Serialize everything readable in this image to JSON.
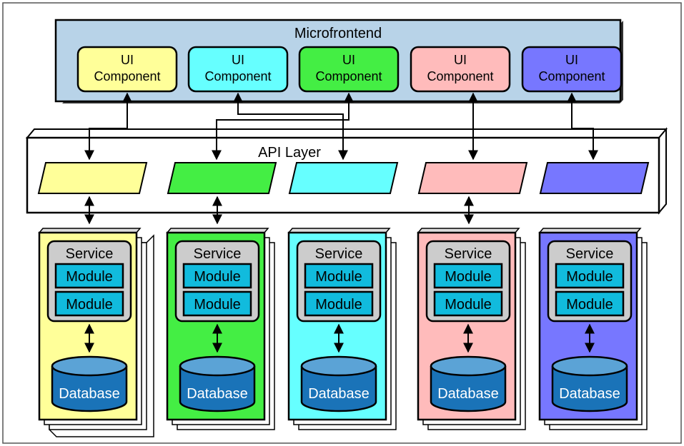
{
  "microfrontend": {
    "title": "Microfrontend",
    "components": [
      {
        "line1": "UI",
        "line2": "Component",
        "color": "#ffff99"
      },
      {
        "line1": "UI",
        "line2": "Component",
        "color": "#66ffff"
      },
      {
        "line1": "UI",
        "line2": "Component",
        "color": "#44ee44"
      },
      {
        "line1": "UI",
        "line2": "Component",
        "color": "#ffbbbb"
      },
      {
        "line1": "UI",
        "line2": "Component",
        "color": "#7777ff"
      }
    ]
  },
  "api_layer": {
    "title": "API Layer",
    "endpoints": [
      {
        "color": "#ffff99"
      },
      {
        "color": "#44ee44"
      },
      {
        "color": "#66ffff"
      },
      {
        "color": "#ffbbbb"
      },
      {
        "color": "#7777ff"
      }
    ]
  },
  "services": [
    {
      "label": "Service",
      "modules": [
        "Module",
        "Module"
      ],
      "database": "Database",
      "color": "#ffff99"
    },
    {
      "label": "Service",
      "modules": [
        "Module",
        "Module"
      ],
      "database": "Database",
      "color": "#44ee44"
    },
    {
      "label": "Service",
      "modules": [
        "Module",
        "Module"
      ],
      "database": "Database",
      "color": "#66ffff"
    },
    {
      "label": "Service",
      "modules": [
        "Module",
        "Module"
      ],
      "database": "Database",
      "color": "#ffbbbb"
    },
    {
      "label": "Service",
      "modules": [
        "Module",
        "Module"
      ],
      "database": "Database",
      "color": "#7777ff"
    }
  ],
  "colors": {
    "microfrontend_bg": "#b8d3e8",
    "module_fill": "#11bbdd",
    "service_box": "#cccccc",
    "database_fill": "#1a73b8",
    "database_top": "#5ba3d6"
  }
}
